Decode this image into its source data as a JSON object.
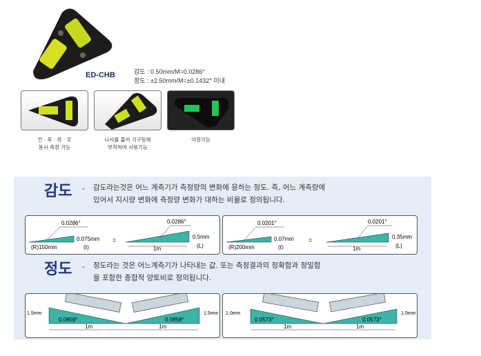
{
  "product": {
    "model": "ED-CHB",
    "spec_sensitivity": "감도 : 0.50mm/M=0.0286°",
    "spec_accuracy": "정도 : ±2.50mm/M=±0.1432° 이내"
  },
  "features": [
    {
      "line1": "전 · 후 · 좌 · 우",
      "line2": "동시 측정 가능"
    },
    {
      "line1": "나사를 풀어 기구등에",
      "line2": "부착하여 사용기능"
    },
    {
      "line1": "야광기능",
      "line2": ""
    }
  ],
  "sensitivity": {
    "title": "감도",
    "dash": "-",
    "line1": "감도라는것은 어느 계측기가 측정량의 변화에 응하는 정도. 즉, 어느 계측량에",
    "line2": "있어서 지시량 변화에 측정량 변화가 대하는 비율로 정의됩니다.",
    "diagrams": [
      {
        "angle": "0.0286°",
        "small_len": "(R)150mm",
        "small_h": "0.075mm",
        "small_sym": "(ℓ)",
        "eq": "=",
        "big_len": "1m",
        "big_h": "0.5mm",
        "big_sym": "(L)"
      },
      {
        "angle": "0.0201°",
        "small_len": "(R)200mm",
        "small_h": "0.07mm",
        "small_sym": "(ℓ)",
        "eq": "=",
        "big_len": "1m",
        "big_h": "0.35mm",
        "big_sym": "(L)"
      }
    ]
  },
  "accuracy": {
    "title": "정도",
    "dash": "-",
    "line1": "정도라는 것은 어느계측기가 나타내는 값. 또는 측정결과의 정확함과 정밀함",
    "line2": "을 포함한 종합적 양토비로 정의됩니다.",
    "diagrams": [
      {
        "height": "1.5mm",
        "angle": "0.0859°",
        "len_left": "1m",
        "len_right": "1m"
      },
      {
        "height": "1.0mm",
        "angle": "0.0573°",
        "len_left": "1m",
        "len_right": "1m"
      }
    ]
  },
  "colors": {
    "teal": "#3cb4a8",
    "navy": "#23377d",
    "panel": "#e4edf8"
  }
}
